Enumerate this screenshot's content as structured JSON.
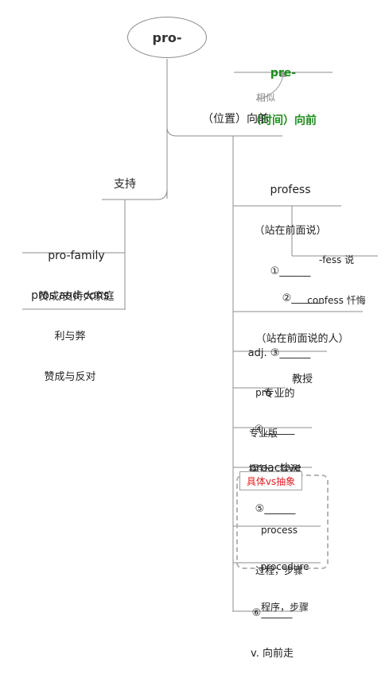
{
  "root": {
    "label": "pro-"
  },
  "pre_node": {
    "line1": "pre-",
    "line2": "（时间）向前"
  },
  "relation_label": "相似",
  "position_node": {
    "label": "（位置）向前"
  },
  "support_node": {
    "label": "支持",
    "children": [
      {
        "line1": "pro-family",
        "line2": "赞成/支持大家庭"
      },
      {
        "line1": "pros and cons",
        "line2": "利与弊",
        "line3": "赞成与反对"
      }
    ]
  },
  "branches": {
    "profess": {
      "line1": "profess",
      "line2": "（站在前面说）",
      "line3": "①______"
    },
    "fess": {
      "line1": "-fess 说",
      "line2": "confess 忏悔"
    },
    "professor": {
      "line1": "②______",
      "line2": "（站在前面说的人）",
      "line3": "教授"
    },
    "professional": {
      "line1": "adj. ③______",
      "line2": "专业的"
    },
    "pro": {
      "line1": "pro",
      "line2": "专业版"
    },
    "probe": {
      "line1": "④______",
      "line2": "探针，探测"
    },
    "proactive": {
      "line1": "proactive",
      "line2": "⑤______"
    },
    "concrete_abstract": {
      "label": "具体vs抽象",
      "items": [
        {
          "line1": "process",
          "line2": "过程，步骤"
        },
        {
          "line1": "procedure",
          "line2": "程序，步骤"
        }
      ]
    },
    "proceed": {
      "line1": "⑥______",
      "line2": "v. 向前走"
    }
  }
}
